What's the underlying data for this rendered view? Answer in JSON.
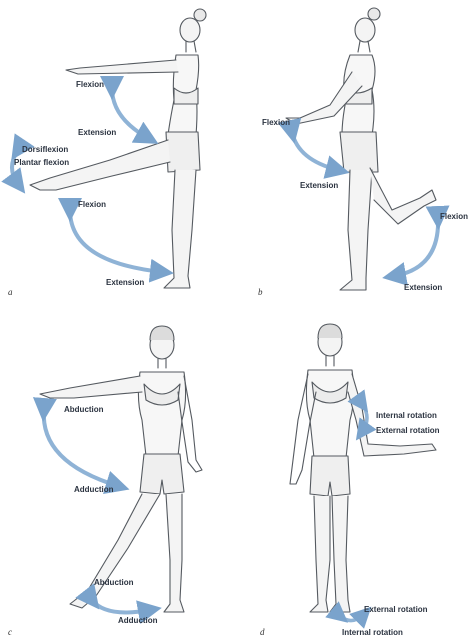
{
  "colors": {
    "arrow": "#8fb3d6",
    "arrow_dark": "#6f95bd",
    "figure_stroke": "#555a60",
    "text": "#2b3340"
  },
  "panels": {
    "a": {
      "letter": "a",
      "labels": {
        "flexion_arm": "Flexion",
        "extension_arm": "Extension",
        "dorsiflexion": "Dorsiflexion",
        "plantar_flexion": "Plantar flexion",
        "flexion_leg": "Flexion",
        "extension_leg": "Extension"
      }
    },
    "b": {
      "letter": "b",
      "labels": {
        "flexion_arm": "Flexion",
        "extension_arm": "Extension",
        "flexion_knee": "Flexion",
        "extension_knee": "Extension"
      }
    },
    "c": {
      "letter": "c",
      "labels": {
        "abduction_arm": "Abduction",
        "adduction_arm": "Adduction",
        "abduction_leg": "Abduction",
        "adduction_leg": "Adduction"
      }
    },
    "d": {
      "letter": "d",
      "labels": {
        "internal_rotation_arm": "Internal rotation",
        "external_rotation_arm": "External rotation",
        "external_rotation_leg": "External rotation",
        "internal_rotation_leg": "Internal rotation"
      }
    }
  }
}
